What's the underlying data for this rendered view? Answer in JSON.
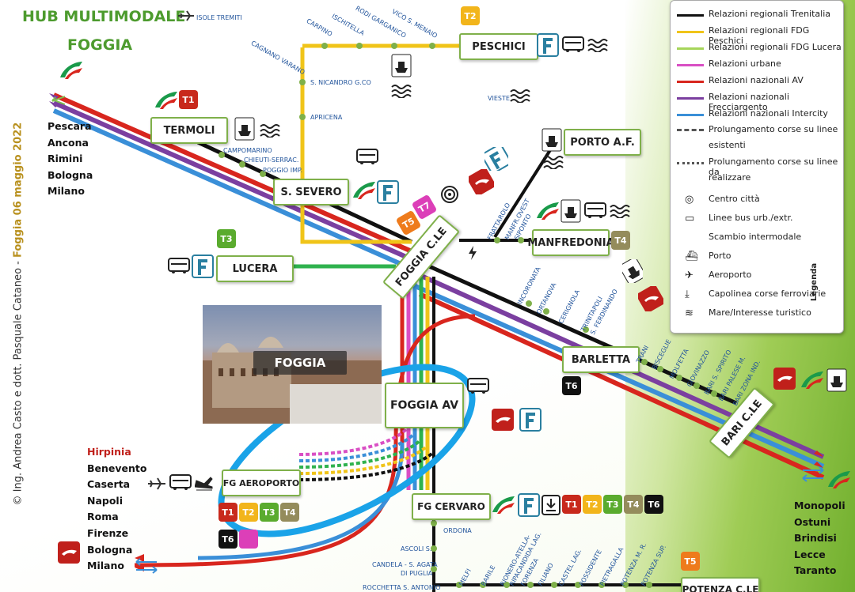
{
  "header": {
    "title": "HUB MULTIMODALE",
    "city": "FOGGIA"
  },
  "credit": {
    "prefix": "© Ing. Andrea Casto e dott. Pasquale Cataneo - ",
    "emphasis": "Foggia 06 maggio 2022"
  },
  "stations": {
    "termoli": "TERMOLI",
    "peschici": "PESCHICI",
    "san_severo": "S. SEVERO",
    "lucera": "LUCERA",
    "foggia_cle": "FOGGIA C.LE",
    "porto_af": "PORTO A.F.",
    "manfredonia": "MANFREDONIA",
    "barletta": "BARLETTA",
    "foggia_av": "FOGGIA AV",
    "fg_aeroporto": "FG AEROPORTO",
    "fg_cervaro": "FG CERVARO",
    "bari_cle": "BARI C.LE",
    "potenza_cle": "POTENZA C.LE"
  },
  "small_stops": {
    "isole_tremiti": "ISOLE TREMITI",
    "cagnano": "CAGNANO VARANO",
    "carpino": "CARPINO",
    "ischitella": "ISCHITELLA",
    "rodi": "RODI GARGANICO",
    "vico": "VICO S. MENAIO",
    "vieste": "VIESTE",
    "san_nicandro": "S. NICANDRO G.CO",
    "apricena": "APRICENA",
    "campomarino": "CAMPOMARINO",
    "chieuti": "CHIEUTI-SERRAC.",
    "poggio": "POGGIO IMP.",
    "frattarolo": "FRATTAROLO",
    "manfr_ovest": "MANFR.OVEST",
    "siponto": "SIPONTO",
    "incoronata": "INCORONATA",
    "ortanova": "ORTANOVA",
    "cerignola": "CERIGNOLA",
    "trinitapoli": "TRINITAPOLI",
    "s_ferdinando": "S. FERDINANDO",
    "trani": "TRANI",
    "bisceglie": "BISCEGLIE",
    "molfetta": "MOLFETTA",
    "giovinazzo": "GIOVINAZZO",
    "bari_spirito": "BARI S. SPIRITO",
    "bari_palese": "BARI PALESE M.",
    "bari_zona": "BARI ZONA IND.",
    "ordona": "ORDONA",
    "ascoli": "ASCOLI S.",
    "candela": "CANDELA - S. AGATA",
    "di_puglia": "DI PUGLIA",
    "rocchetta": "ROCCHETTA S. ANTONIO",
    "melfi": "MELFI",
    "barile": "BARILE",
    "rionero": "RIONERO-ATELLA-",
    "ripacandida": "RIPACANDIDA LAG.",
    "forenza": "FORENZA",
    "filiano": "FILIANO",
    "castel_lag": "CASTEL LAG.",
    "possidente": "POSSIDENTE",
    "pietragalla": "PIETRAGALLA",
    "potenza_m": "POTENZA M. R.",
    "potenza_sup": "POTENZA SUP."
  },
  "cities_nw": [
    "Pescara",
    "Ancona",
    "Rimini",
    "Bologna",
    "Milano"
  ],
  "cities_sw_title": "Hirpinia",
  "cities_sw": [
    "Benevento",
    "Caserta",
    "Napoli",
    "Roma",
    "Firenze",
    "Bologna",
    "Milano"
  ],
  "cities_se": [
    "Monopoli",
    "Ostuni",
    "Brindisi",
    "Lecce",
    "Taranto"
  ],
  "badges": {
    "t1": "T1",
    "t2": "T2",
    "t3": "T3",
    "t4": "T4",
    "t5": "T5",
    "t6": "T6",
    "t7": "T7"
  },
  "photo_caption": "FOGGIA",
  "legend": {
    "title": "Legenda",
    "lines": [
      {
        "label": "Relazioni regionali Trenitalia",
        "color": "#111111"
      },
      {
        "label": "Relazioni regionali FDG Peschici",
        "color": "#f0c419"
      },
      {
        "label": "Relazioni regionali FDG Lucera",
        "color": "#a6d55a"
      },
      {
        "label": "Relazioni urbane",
        "color": "#d94fc4"
      },
      {
        "label": "Relazioni nazionali AV",
        "color": "#d8261e"
      },
      {
        "label": "Relazioni nazionali Frecciargento",
        "color": "#7b3fa0"
      },
      {
        "label": "Relazioni nazionali Intercity",
        "color": "#3a8fd8"
      }
    ],
    "ext_existing_1": "Prolungamento corse su linee",
    "ext_existing_2": "esistenti",
    "ext_new_1": "Prolungamento corse su linee da",
    "ext_new_2": "realizzare",
    "symbols": [
      "Centro città",
      "Linee bus urb./extr.",
      "Scambio intermodale",
      "Porto",
      "Aeroporto",
      "Capolinea corse ferroviarie",
      "Mare/Interesse turistico"
    ]
  },
  "colors": {
    "trenitalia": "#111111",
    "peschici": "#f0c419",
    "lucera": "#2fb24e",
    "urban": "#d94fc4",
    "av": "#d8261e",
    "fa": "#7b3fa0",
    "ic": "#3a8fd8",
    "highlight": "#1aa3e8"
  }
}
